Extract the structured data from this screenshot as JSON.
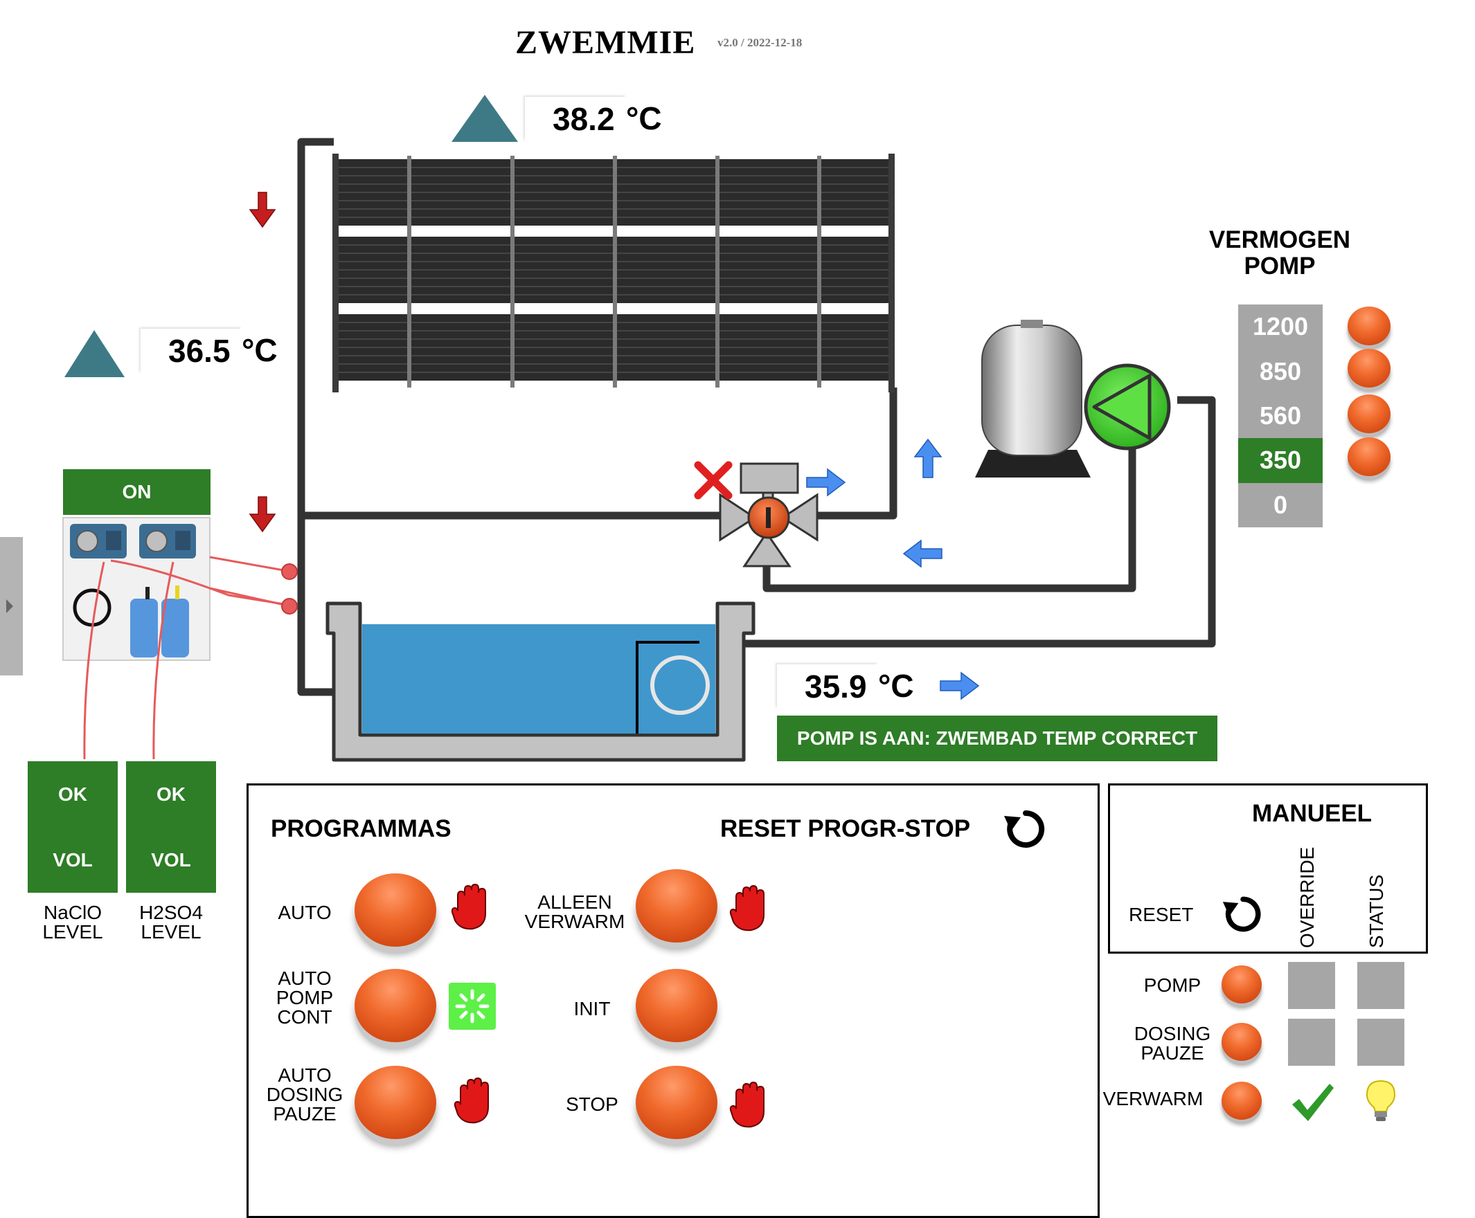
{
  "header": {
    "title": "ZWEMMIE",
    "version": "v2.0 / 2022-12-18"
  },
  "temperatures": {
    "solar_out": {
      "value": "38.2",
      "unit": "°C"
    },
    "solar_in": {
      "value": "36.5",
      "unit": "°C"
    },
    "pool": {
      "value": "35.9",
      "unit": "°C"
    }
  },
  "status_message": "POMP IS AAN: ZWEMBAD TEMP CORRECT",
  "dosing": {
    "unit_status": "ON",
    "naclo": {
      "status": "OK",
      "level_state": "VOL",
      "label_line1": "NaClO",
      "label_line2": "LEVEL"
    },
    "h2so4": {
      "status": "OK",
      "level_state": "VOL",
      "label_line1": "H2SO4",
      "label_line2": "LEVEL"
    }
  },
  "pump_power": {
    "title_line1": "VERMOGEN",
    "title_line2": "POMP",
    "levels": [
      "1200",
      "850",
      "560",
      "350",
      "0"
    ],
    "active_level": "350"
  },
  "programmas": {
    "title": "PROGRAMMAS",
    "reset_label": "RESET PROGR-STOP",
    "items": {
      "auto": {
        "line1": "AUTO",
        "state_icon": "hand-stop-icon"
      },
      "auto_pomp_cont": {
        "line1": "AUTO",
        "line2": "POMP",
        "line3": "CONT",
        "state_icon": "running-spinner-icon"
      },
      "auto_dosing_pauze": {
        "line1": "AUTO",
        "line2": "DOSING",
        "line3": "PAUZE",
        "state_icon": "hand-stop-icon"
      },
      "alleen_verwarm": {
        "line1": "ALLEEN",
        "line2": "VERWARM",
        "state_icon": "hand-stop-icon"
      },
      "init": {
        "line1": "INIT"
      },
      "stop": {
        "line1": "STOP",
        "state_icon": "hand-stop-icon"
      }
    }
  },
  "manueel": {
    "title": "MANUEEL",
    "reset_label": "RESET",
    "col_override": "OVERRIDE",
    "col_status": "STATUS",
    "rows": {
      "pomp": {
        "line1": "POMP"
      },
      "dosing_pauze": {
        "line1": "DOSING",
        "line2": "PAUZE"
      },
      "verwarm": {
        "line1": "VERWARM",
        "override_icon": "checkmark-icon",
        "status_icon": "lightbulb-icon"
      }
    }
  },
  "colors": {
    "green": "#2e7d27",
    "gray": "#a6a6a6",
    "pipe": "#333333",
    "water": "#3f97cc",
    "red_button": "#e85a1e"
  }
}
